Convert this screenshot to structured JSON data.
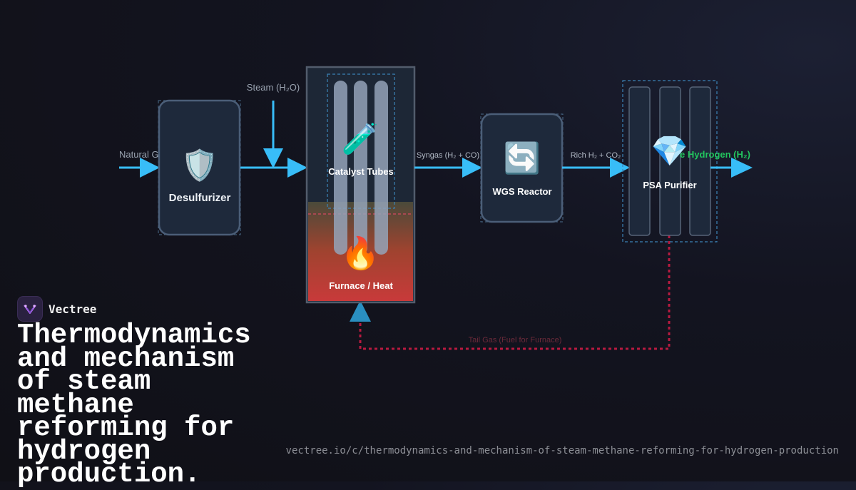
{
  "diagram": {
    "labels": {
      "natural_gas": "Natural G",
      "steam": "Steam (H₂O)",
      "syngas": "Syngas (H₂ + CO)",
      "rich_h2": "Rich H₂ + CO₂",
      "pure_h2": "e Hydrogen (H₂)",
      "tail_gas": "Tail Gas (Fuel for Furnace)"
    },
    "nodes": {
      "desulfurizer": {
        "label": "Desulfurizer",
        "icon": "shield-icon",
        "glyph": "🛡️"
      },
      "catalyst_tubes": {
        "label": "Catalyst Tubes",
        "icon": "test-tube-icon",
        "glyph": "🧪"
      },
      "furnace": {
        "label": "Furnace / Heat",
        "icon": "fire-icon",
        "glyph": "🔥"
      },
      "wgs_reactor": {
        "label": "WGS Reactor",
        "icon": "cycle-arrows-icon",
        "glyph": "🔄"
      },
      "psa_purifier": {
        "label": "PSA Purifier",
        "icon": "gem-icon",
        "glyph": "💎"
      }
    },
    "colors": {
      "flow": "#38bdf8",
      "pure_h2": "#22c55e",
      "tail_gas": "#e11d48",
      "node_fill": "#1e293b",
      "node_stroke": "#475569"
    }
  },
  "brand": {
    "name": "Vectree"
  },
  "title": "Thermodynamics and mechanism of steam methane reforming for hydrogen production.",
  "url": "vectree.io/c/thermodynamics-and-mechanism-of-steam-methane-reforming-for-hydrogen-production"
}
